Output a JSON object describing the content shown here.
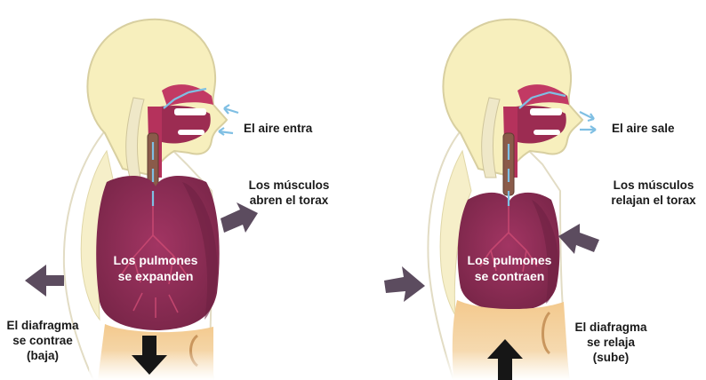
{
  "left_panel": {
    "air_label": "El aire entra",
    "muscles_label": [
      "Los músculos",
      "abren el torax"
    ],
    "lungs_label": [
      "Los pulmones",
      "se expanden"
    ],
    "diaphragm_label": [
      "El diafragma",
      "se contrae",
      "(baja)"
    ]
  },
  "right_panel": {
    "air_label": "El aire sale",
    "muscles_label": [
      "Los músculos",
      "relajan el torax"
    ],
    "lungs_label": [
      "Los pulmones",
      "se contraen"
    ],
    "diaphragm_label": [
      "El diafragma",
      "se relaja",
      "(sube)"
    ]
  },
  "colors": {
    "head": "#f7efbd",
    "outline": "#d8cfa0",
    "spine": "#efe8c8",
    "mouth": "#b5325c",
    "lungs": "#8d2d55",
    "lungs_shade": "#6e2243",
    "abdomen": "#eebe7e",
    "air_arrow": "#7fbfe3",
    "muscle_arrow": "#5c4c5f",
    "diaphragm_arrow": "#161616"
  }
}
